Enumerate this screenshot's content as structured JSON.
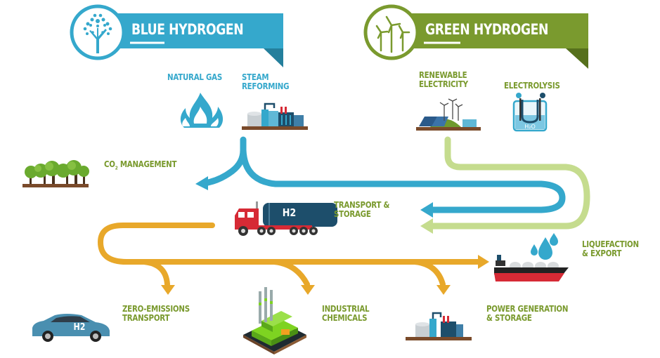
{
  "colors": {
    "blue": "#35a8cc",
    "green_banner": "#7a9a2e",
    "light_green": "#c5dc8e",
    "orange": "#e8a82a",
    "label_green": "#7a9a2e",
    "truck_red": "#d62a35",
    "tank_navy": "#1d4e6b"
  },
  "banners": {
    "blue": {
      "title": "BLUE HYDROGEN",
      "icon": "tree-icon"
    },
    "green": {
      "title": "GREEN HYDROGEN",
      "icon": "wind-turbine-icon"
    }
  },
  "sources": {
    "natural_gas": "NATURAL GAS",
    "steam_reforming_1": "STEAM",
    "steam_reforming_2": "REFORMING",
    "renewable_1": "RENEWABLE",
    "renewable_2": "ELECTRICITY",
    "electrolysis": "ELECTROLYSIS",
    "h2o": "H₂O"
  },
  "midstream": {
    "co2_prefix": "CO",
    "co2_sub": "2",
    "co2_suffix": " MANAGEMENT",
    "transport_1": "TRANSPORT &",
    "transport_2": "STORAGE",
    "truck_label": "H2",
    "liquefaction_1": "LIQUEFACTION",
    "liquefaction_2": "& EXPORT"
  },
  "end_uses": {
    "transport_1": "ZERO-EMISSIONS",
    "transport_2": "TRANSPORT",
    "car_label": "H2",
    "chemicals_1": "INDUSTRIAL",
    "chemicals_2": "CHEMICALS",
    "power_1": "POWER GENERATION",
    "power_2": "& STORAGE"
  }
}
